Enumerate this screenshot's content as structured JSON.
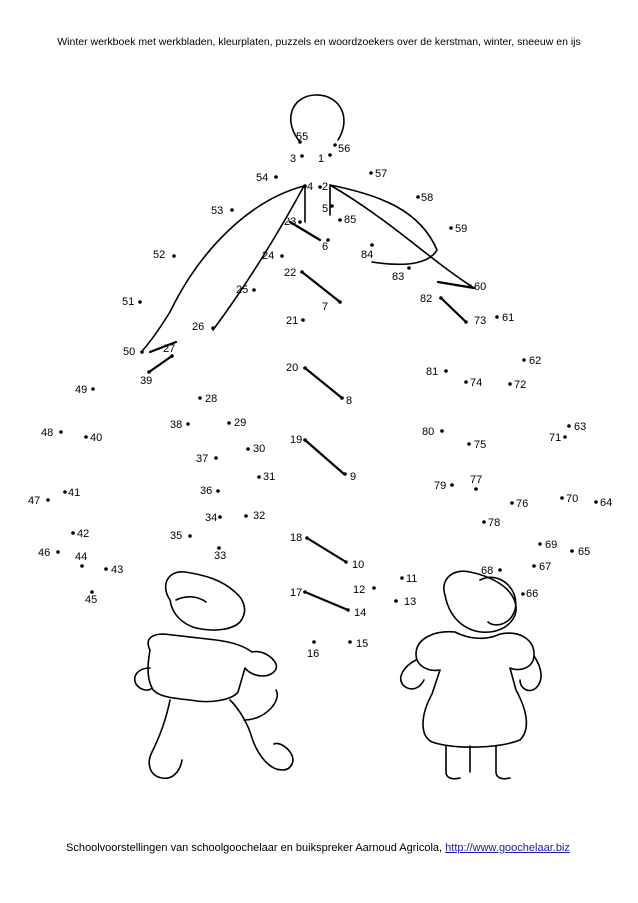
{
  "page": {
    "header": "Winter werkboek met werkbladen, kleurplaten, puzzels en woordzoekers over de kerstman, winter, sneeuw en ijs",
    "footer_text": "Schoolvoorstellingen van schoolgoochelaar en buikspreker Aarnoud Agricola, ",
    "footer_link": "http://www.goochelaar.biz"
  },
  "dots": [
    {
      "n": "1"
    },
    {
      "n": "2"
    },
    {
      "n": "3"
    },
    {
      "n": "4"
    },
    {
      "n": "5"
    },
    {
      "n": "6"
    },
    {
      "n": "7"
    },
    {
      "n": "8"
    },
    {
      "n": "9"
    },
    {
      "n": "10"
    },
    {
      "n": "11"
    },
    {
      "n": "12"
    },
    {
      "n": "13"
    },
    {
      "n": "14"
    },
    {
      "n": "15"
    },
    {
      "n": "16"
    },
    {
      "n": "17"
    },
    {
      "n": "18"
    },
    {
      "n": "19"
    },
    {
      "n": "20"
    },
    {
      "n": "21"
    },
    {
      "n": "22"
    },
    {
      "n": "23"
    },
    {
      "n": "24"
    },
    {
      "n": "25"
    },
    {
      "n": "26"
    },
    {
      "n": "27"
    },
    {
      "n": "28"
    },
    {
      "n": "29"
    },
    {
      "n": "30"
    },
    {
      "n": "31"
    },
    {
      "n": "32"
    },
    {
      "n": "33"
    },
    {
      "n": "34"
    },
    {
      "n": "35"
    },
    {
      "n": "36"
    },
    {
      "n": "37"
    },
    {
      "n": "38"
    },
    {
      "n": "39"
    },
    {
      "n": "40"
    },
    {
      "n": "41"
    },
    {
      "n": "42"
    },
    {
      "n": "43"
    },
    {
      "n": "44"
    },
    {
      "n": "45"
    },
    {
      "n": "46"
    },
    {
      "n": "47"
    },
    {
      "n": "48"
    },
    {
      "n": "49"
    },
    {
      "n": "50"
    },
    {
      "n": "51"
    },
    {
      "n": "52"
    },
    {
      "n": "53"
    },
    {
      "n": "54"
    },
    {
      "n": "55"
    },
    {
      "n": "56"
    },
    {
      "n": "57"
    },
    {
      "n": "58"
    },
    {
      "n": "59"
    },
    {
      "n": "60"
    },
    {
      "n": "61"
    },
    {
      "n": "62"
    },
    {
      "n": "63"
    },
    {
      "n": "64"
    },
    {
      "n": "65"
    },
    {
      "n": "66"
    },
    {
      "n": "67"
    },
    {
      "n": "68"
    },
    {
      "n": "69"
    },
    {
      "n": "70"
    },
    {
      "n": "71"
    },
    {
      "n": "72"
    },
    {
      "n": "73"
    },
    {
      "n": "74"
    },
    {
      "n": "75"
    },
    {
      "n": "76"
    },
    {
      "n": "77"
    },
    {
      "n": "78"
    },
    {
      "n": "79"
    },
    {
      "n": "80"
    },
    {
      "n": "81"
    },
    {
      "n": "82"
    },
    {
      "n": "83"
    },
    {
      "n": "84"
    },
    {
      "n": "85"
    }
  ]
}
